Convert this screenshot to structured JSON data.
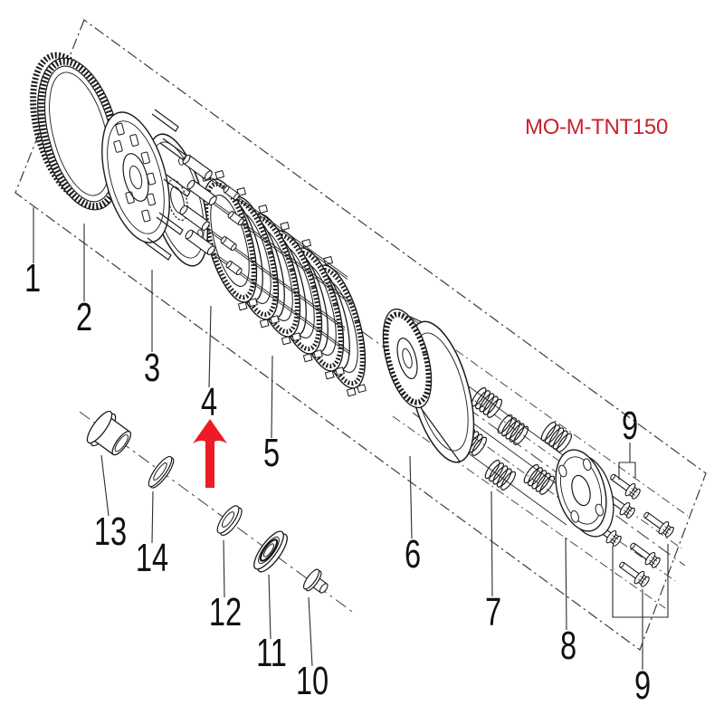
{
  "page": {
    "background_color": "#ffffff"
  },
  "code_label": {
    "text": "MO-M-TNT150",
    "color": "#c9232b"
  },
  "highlight_arrow": {
    "color": "#ed1c24",
    "points_to_part": "4"
  },
  "callouts": {
    "c1": "1",
    "c2": "2",
    "c3": "3",
    "c4": "4",
    "c5": "5",
    "c6": "6",
    "c7": "7",
    "c8": "8",
    "c9_top": "9",
    "c9_bottom": "9",
    "c10": "10",
    "c11": "11",
    "c12": "12",
    "c13": "13",
    "c14": "14"
  },
  "line_colors": {
    "part_outline": "#1a1a1a",
    "guide": "#3c3c3c",
    "leader": "#2b2b2b"
  }
}
